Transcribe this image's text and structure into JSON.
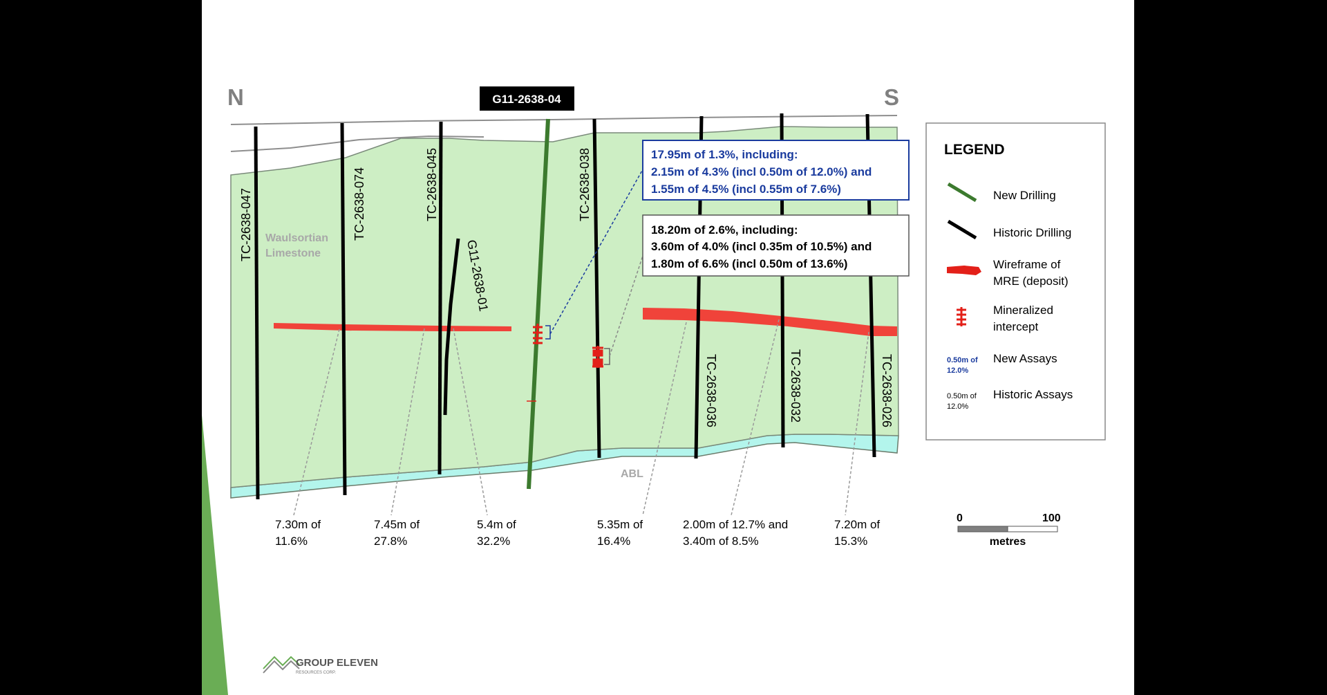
{
  "compass": {
    "north": "N",
    "south": "S"
  },
  "new_hole_tag": "G11-2638-04",
  "units": {
    "waulsortian_line1": "Waulsortian",
    "waulsortian_line2": "Limestone",
    "abl": "ABL"
  },
  "holes": {
    "h047": "TC-2638-047",
    "h074": "TC-2638-074",
    "h045": "TC-2638-045",
    "g01": "G11-2638-01",
    "h038": "TC-2638-038",
    "h036": "TC-2638-036",
    "h032": "TC-2638-032",
    "h026": "TC-2638-026"
  },
  "callout_new": {
    "line1": "17.95m of 1.3%, including:",
    "line2": "2.15m of 4.3% (incl 0.50m of 12.0%) and",
    "line3": "1.55m of 4.5% (incl 0.55m of 7.6%)"
  },
  "callout_historic": {
    "line1": "18.20m of 2.6%, including:",
    "line2": "3.60m of 4.0% (incl 0.35m of 10.5%) and",
    "line3": "1.80m of 6.6% (incl 0.50m of 13.6%)"
  },
  "assays": [
    {
      "line1": "7.30m of",
      "line2": "11.6%"
    },
    {
      "line1": "7.45m of",
      "line2": "27.8%"
    },
    {
      "line1": "5.4m of",
      "line2": "32.2%"
    },
    {
      "line1": "5.35m of",
      "line2": "16.4%"
    },
    {
      "line1": "2.00m of 12.7% and",
      "line2": "3.40m of 8.5%"
    },
    {
      "line1": "7.20m of",
      "line2": "15.3%"
    }
  ],
  "legend": {
    "title": "LEGEND",
    "new_drilling": "New Drilling",
    "historic_drilling": "Historic Drilling",
    "wireframe_line1": "Wireframe of",
    "wireframe_line2": "MRE (deposit)",
    "intercept_line1": "Mineralized",
    "intercept_line2": "intercept",
    "new_assays_sample_line1": "0.50m of",
    "new_assays_sample_line2": "12.0%",
    "new_assays": "New Assays",
    "historic_assays_sample_line1": "0.50m of",
    "historic_assays_sample_line2": "12.0%",
    "historic_assays": "Historic Assays"
  },
  "scale": {
    "min": "0",
    "max": "100",
    "unit": "metres"
  },
  "logo": {
    "name": "GROUP ELEVEN",
    "sub": "RESOURCES CORP."
  },
  "colors": {
    "limestone": "#cdeec4",
    "abl": "#b3f5ec",
    "new_drill": "#3c7a2e",
    "historic_drill": "#000000",
    "deposit": "#f0433a",
    "new_assay_text": "#1a3b9e",
    "accent_green": "#6aad55"
  }
}
